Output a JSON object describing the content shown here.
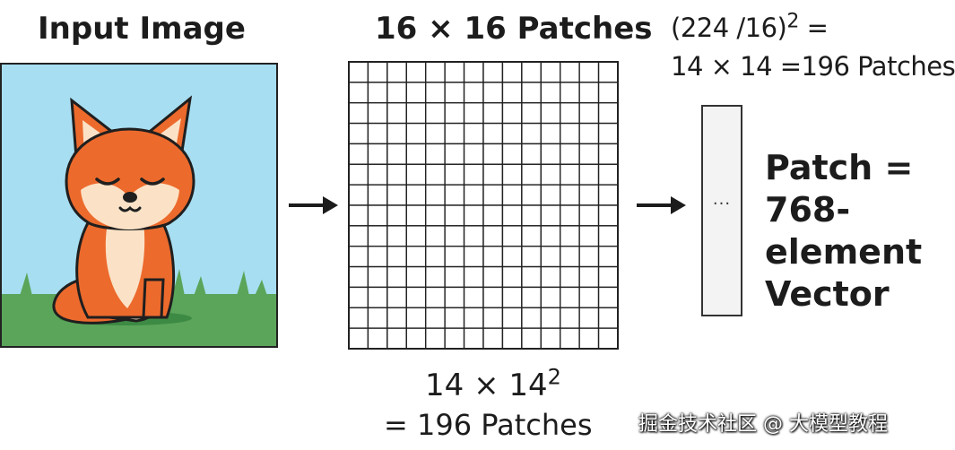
{
  "input_section": {
    "title": "Input Image"
  },
  "patches_section": {
    "title": "16 × 16 Patches",
    "grid": {
      "rows": 14,
      "cols": 14
    },
    "bottom_line1_base": "14 × 14",
    "bottom_line1_sup": "2",
    "bottom_line2": "= 196 Patches"
  },
  "formula": {
    "line1_base": "(224 /16)",
    "line1_sup": "2",
    "line1_tail": " =",
    "line2": "14 × 14 =196 Patches"
  },
  "vector": {
    "dots": "···",
    "label_lines": [
      "Patch =",
      "768-",
      "element",
      "Vector"
    ]
  },
  "watermark": "掘金技术社区 @ 大模型教程",
  "colors": {
    "sky": "#a7def2",
    "grass": "#5aa55a",
    "fox_orange": "#ec6a2c",
    "fox_cream": "#fbe2c6",
    "outline": "#1f1f1f"
  }
}
